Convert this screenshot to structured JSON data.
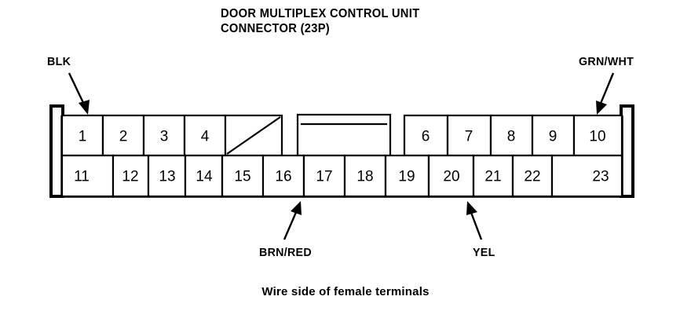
{
  "title": {
    "line1": "DOOR MULTIPLEX CONTROL UNIT",
    "line2": "CONNECTOR (23P)"
  },
  "caption": "Wire side of female terminals",
  "colors": {
    "ink": "#000000",
    "background": "#ffffff"
  },
  "connector": {
    "name": "DOOR MULTIPLEX CONTROL UNIT CONNECTOR",
    "pin_count": "23P",
    "view": "Wire side of female terminals",
    "top_row": [
      {
        "number": "1",
        "blank": false
      },
      {
        "number": "2",
        "blank": false
      },
      {
        "number": "3",
        "blank": false
      },
      {
        "number": "4",
        "blank": false
      },
      {
        "number": "",
        "blank": true
      },
      {
        "number": "6",
        "blank": false
      },
      {
        "number": "7",
        "blank": false
      },
      {
        "number": "8",
        "blank": false
      },
      {
        "number": "9",
        "blank": false
      },
      {
        "number": "10",
        "blank": false
      }
    ],
    "bottom_row": [
      {
        "number": "11"
      },
      {
        "number": "12"
      },
      {
        "number": "13"
      },
      {
        "number": "14"
      },
      {
        "number": "15"
      },
      {
        "number": "16"
      },
      {
        "number": "17"
      },
      {
        "number": "18"
      },
      {
        "number": "19"
      },
      {
        "number": "20"
      },
      {
        "number": "21"
      },
      {
        "number": "22"
      },
      {
        "number": "23"
      }
    ]
  },
  "wire_labels": {
    "blk": {
      "text": "BLK",
      "terminal": "1",
      "position": "top-left"
    },
    "grnwht": {
      "text": "GRN/WHT",
      "terminal": "10",
      "position": "top-right"
    },
    "brnred": {
      "text": "BRN/RED",
      "terminal": "16",
      "position": "bottom-left"
    },
    "yel": {
      "text": "YEL",
      "terminal": "20",
      "position": "bottom-right"
    }
  }
}
